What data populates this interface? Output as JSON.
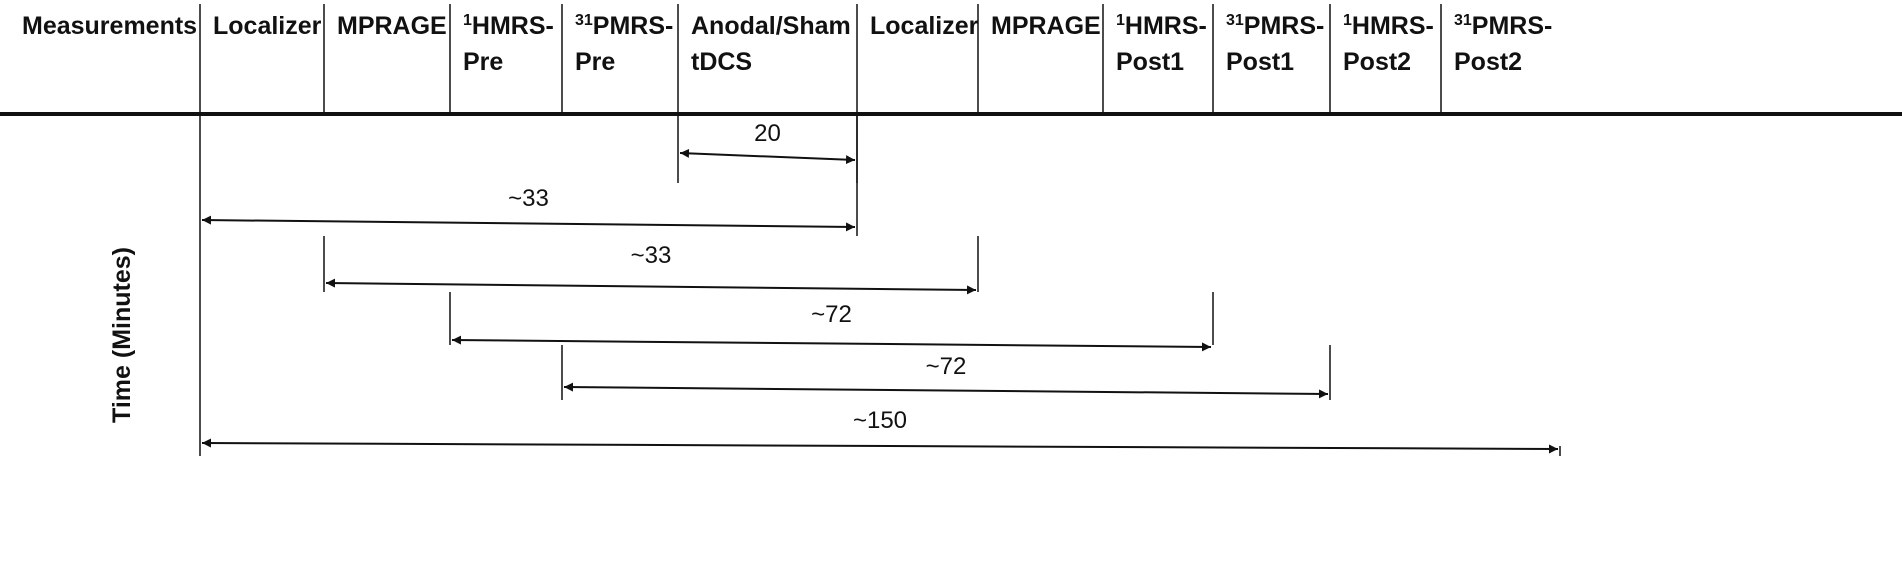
{
  "first_header": "Measurements",
  "columns": [
    {
      "lines": [
        [
          "Localizer",
          ""
        ]
      ]
    },
    {
      "lines": [
        [
          "MPRAGE",
          ""
        ]
      ]
    },
    {
      "lines": [
        [
          "HMRS-",
          "1"
        ],
        [
          "Pre",
          ""
        ]
      ]
    },
    {
      "lines": [
        [
          "PMRS-",
          "31"
        ],
        [
          "Pre",
          ""
        ]
      ]
    },
    {
      "lines": [
        [
          "Anodal/Sham",
          ""
        ],
        [
          "tDCS",
          ""
        ]
      ]
    },
    {
      "lines": [
        [
          "Localizer",
          ""
        ]
      ]
    },
    {
      "lines": [
        [
          "MPRAGE",
          ""
        ]
      ]
    },
    {
      "lines": [
        [
          "HMRS-",
          "1"
        ],
        [
          "Post1",
          ""
        ]
      ]
    },
    {
      "lines": [
        [
          "PMRS-",
          "31"
        ],
        [
          "Post1",
          ""
        ]
      ]
    },
    {
      "lines": [
        [
          "HMRS-",
          "1"
        ],
        [
          "Post2",
          ""
        ]
      ]
    },
    {
      "lines": [
        [
          "PMRS-",
          "31"
        ],
        [
          "Post2",
          ""
        ]
      ]
    }
  ],
  "y_axis_title": "Time (Minutes)",
  "intervals": [
    {
      "label": "20",
      "from_col": 4,
      "to_col": 5
    },
    {
      "label": "~33",
      "from_col": 0,
      "to_col": 5
    },
    {
      "label": "~33",
      "from_col": 1,
      "to_col": 6
    },
    {
      "label": "~72",
      "from_col": 2,
      "to_col": 8
    },
    {
      "label": "~72",
      "from_col": 3,
      "to_col": 9
    },
    {
      "label": "~150",
      "from_col": 0,
      "to_col": 11
    }
  ]
}
